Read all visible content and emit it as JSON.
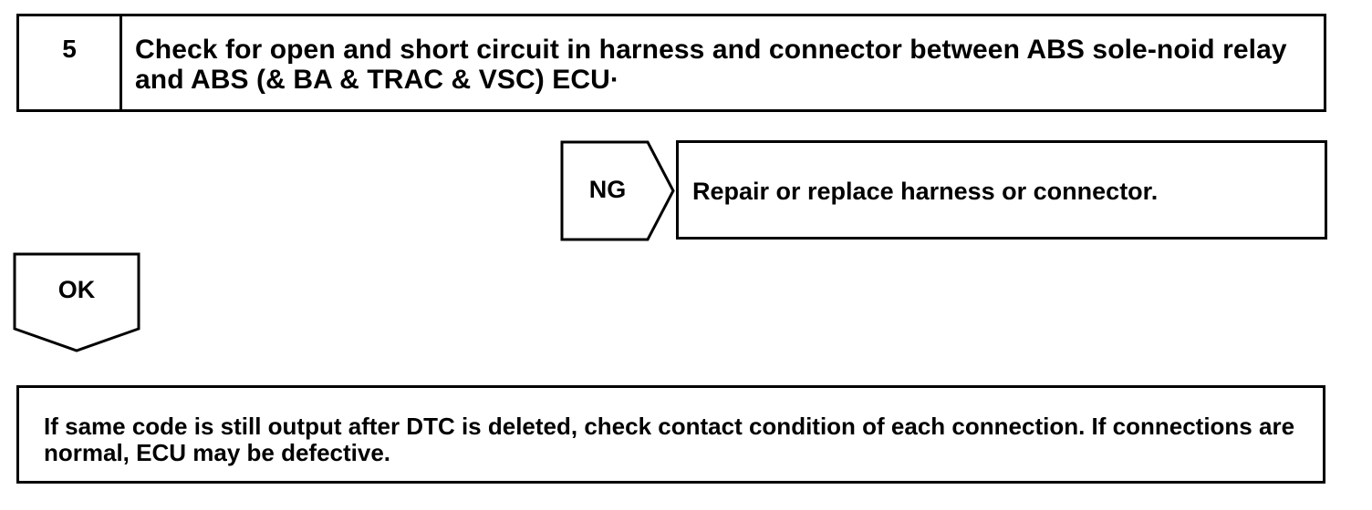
{
  "step": {
    "number": "5",
    "text": "Check for open and short circuit in harness and connector between ABS sole-noid relay and ABS (& BA & TRAC & VSC) ECU·"
  },
  "ng_branch": {
    "label": "NG",
    "action": "Repair or replace harness or connector."
  },
  "ok_branch": {
    "label": "OK"
  },
  "final_note": {
    "text": "If same code is still output after DTC is deleted, check contact condition of each connection. If connections are normal, ECU may be defective."
  }
}
